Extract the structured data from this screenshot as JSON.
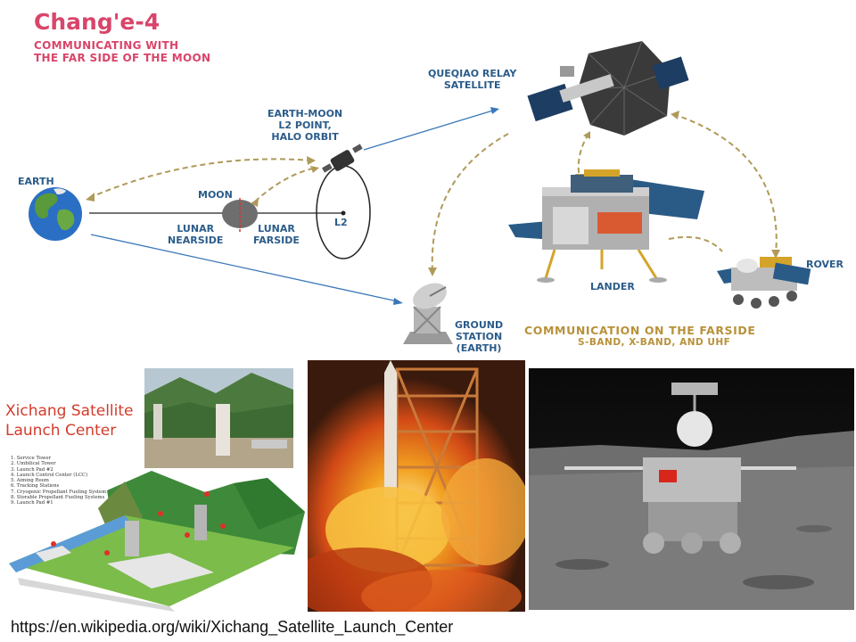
{
  "diagram": {
    "title": "Chang'e-4",
    "subtitle_line1": "COMMUNICATING WITH",
    "subtitle_line2": "THE FAR SIDE OF THE MOON",
    "labels": {
      "earth": "EARTH",
      "moon": "MOON",
      "lunar_nearside_1": "LUNAR",
      "lunar_nearside_2": "NEARSIDE",
      "lunar_farside_1": "LUNAR",
      "lunar_farside_2": "FARSIDE",
      "l2_point_1": "EARTH-MOON",
      "l2_point_2": "L2 POINT,",
      "l2_point_3": "HALO ORBIT",
      "l2": "L2",
      "queqiao_1": "QUEQIAO RELAY",
      "queqiao_2": "SATELLITE",
      "ground_1": "GROUND",
      "ground_2": "STATION",
      "ground_3": "(EARTH)",
      "lander": "LANDER",
      "rover": "ROVER"
    },
    "comm_title": "COMMUNICATION ON THE FARSIDE",
    "comm_subtitle": "S-BAND, X-BAND, AND UHF",
    "colors": {
      "accent_pink": "#d9456a",
      "label_blue": "#2b5c8a",
      "gold": "#b8913a",
      "dashed_link": "#b09a5a"
    }
  },
  "xichang": {
    "title_line1": "Xichang Satellite",
    "title_line2": "Launch Center",
    "legend": [
      "1. Service Tower",
      "2. Umbilical Tower",
      "3. Launch Pad #2",
      "4. Launch Control Center (LCC)",
      "5. Aiming Room",
      "6. Tracking Stations",
      "7. Cryogenic Propellant Fueling System",
      "8. Storable Propellant Fueling Systems",
      "9. Launch Pad #1"
    ]
  },
  "footer": {
    "url": "https://en.wikipedia.org/wiki/Xichang_Satellite_Launch_Center"
  }
}
